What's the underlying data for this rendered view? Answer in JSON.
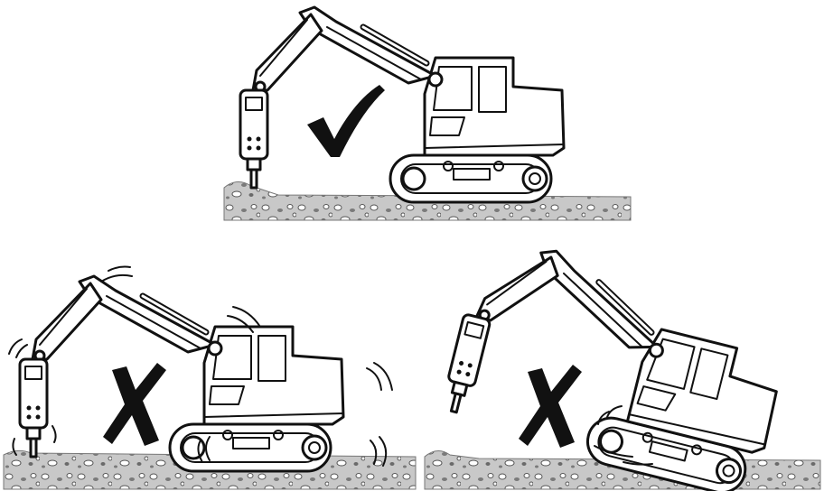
{
  "colors": {
    "ink": "#111111",
    "paper": "#ffffff",
    "ground": "#bdbdbd",
    "ground_dark": "#8a8a8a"
  },
  "panels": [
    {
      "id": "correct",
      "mark": "check-mark",
      "machine_pose": "level",
      "motion_lines": false
    },
    {
      "id": "wrong-vibrating",
      "mark": "cross-mark",
      "machine_pose": "level",
      "motion_lines": true
    },
    {
      "id": "wrong-tilted",
      "mark": "cross-mark",
      "machine_pose": "tilted",
      "motion_lines": true
    }
  ]
}
